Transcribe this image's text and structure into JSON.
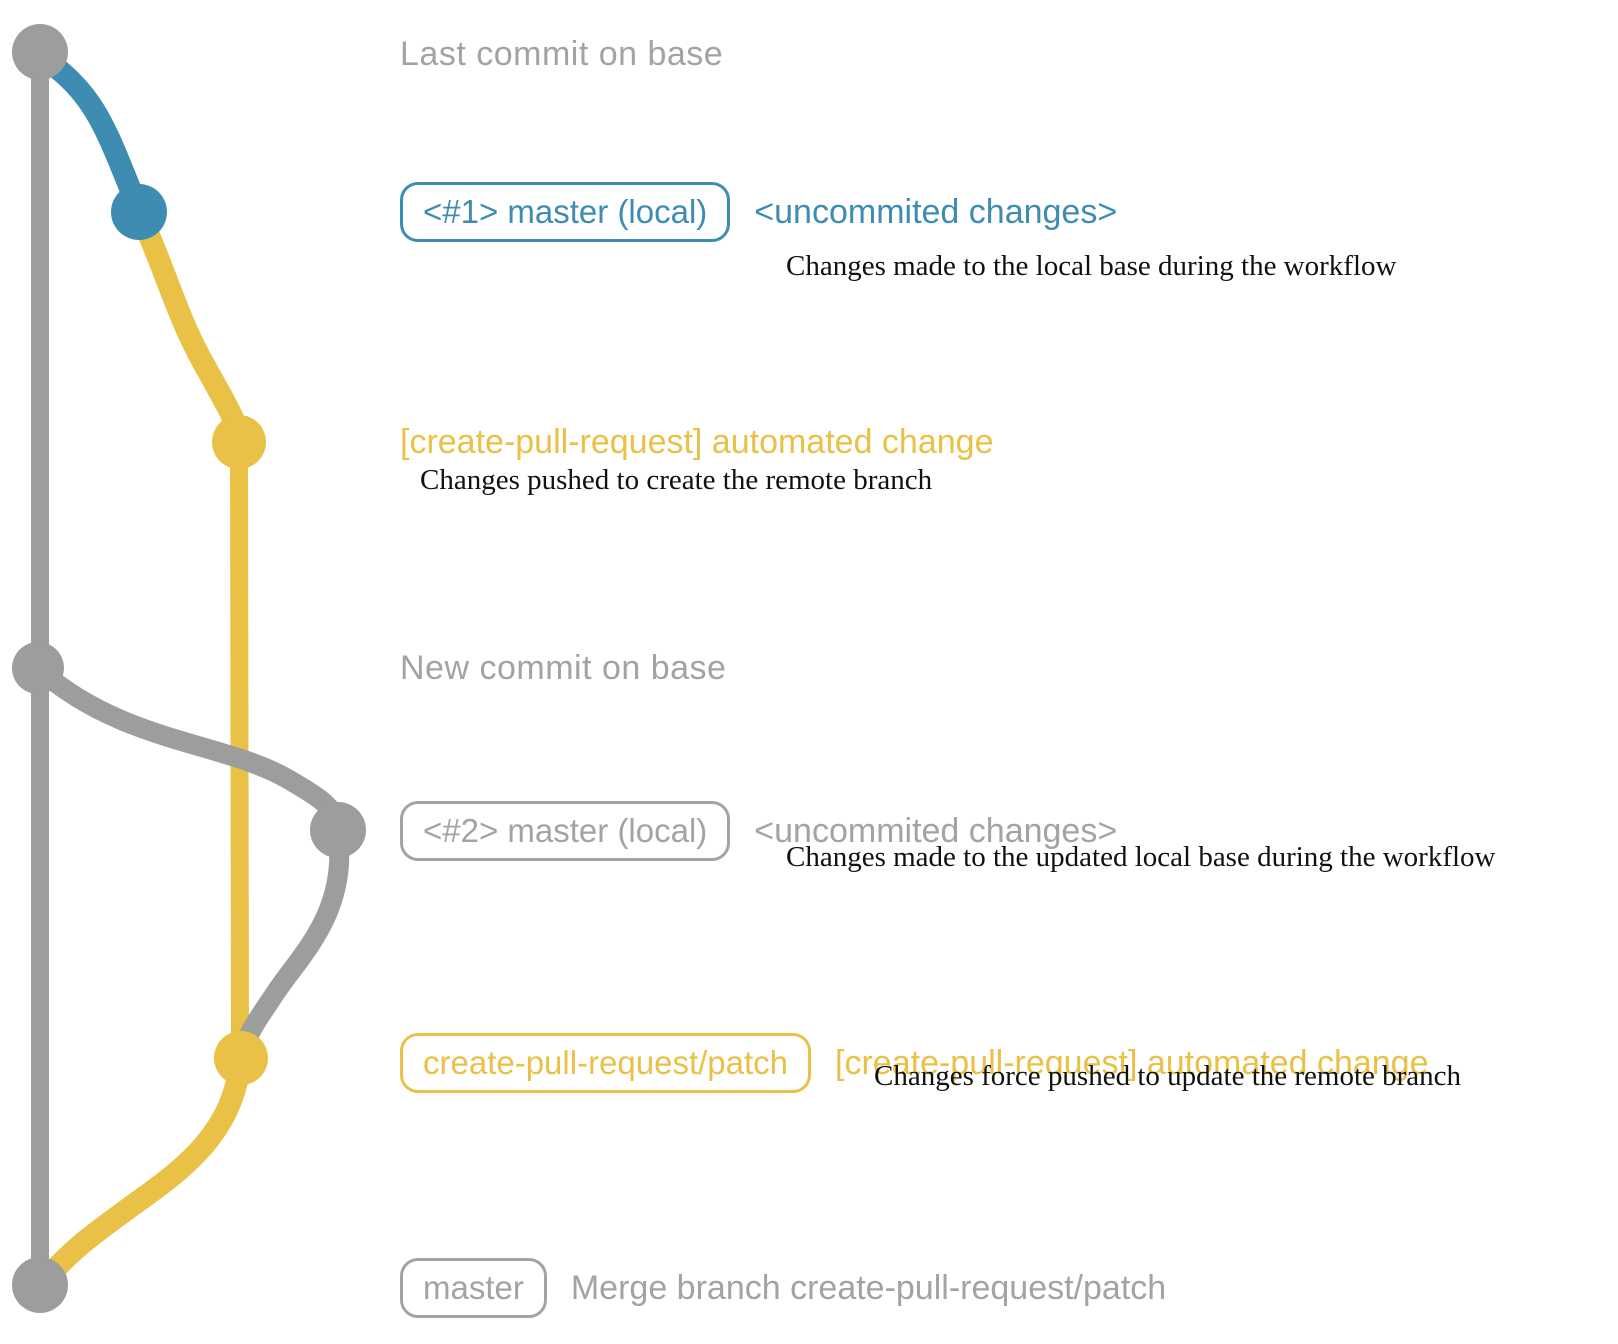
{
  "colors": {
    "gray": "#9d9d9d",
    "text_gray": "#a3a3a3",
    "blue": "#3e8cb2",
    "yellow": "#e9c147",
    "annotation": "#111111"
  },
  "rows": {
    "last_commit": {
      "label": "Last commit on base"
    },
    "commit1": {
      "badge": "<#1> master (local)",
      "message": "<uncommited changes>",
      "annotation": "Changes made to the local base during the workflow"
    },
    "push1": {
      "message": "[create-pull-request] automated change",
      "annotation": "Changes pushed to create the remote branch"
    },
    "new_commit": {
      "label": "New commit on base"
    },
    "commit2": {
      "badge": "<#2> master (local)",
      "message": "<uncommited changes>",
      "annotation": "Changes made to the updated local base during the workflow"
    },
    "push2": {
      "badge": "create-pull-request/patch",
      "message": "[create-pull-request] automated change",
      "annotation": "Changes force pushed to update the remote branch"
    },
    "merge": {
      "badge": "master",
      "message": "Merge branch create-pull-request/patch"
    }
  }
}
